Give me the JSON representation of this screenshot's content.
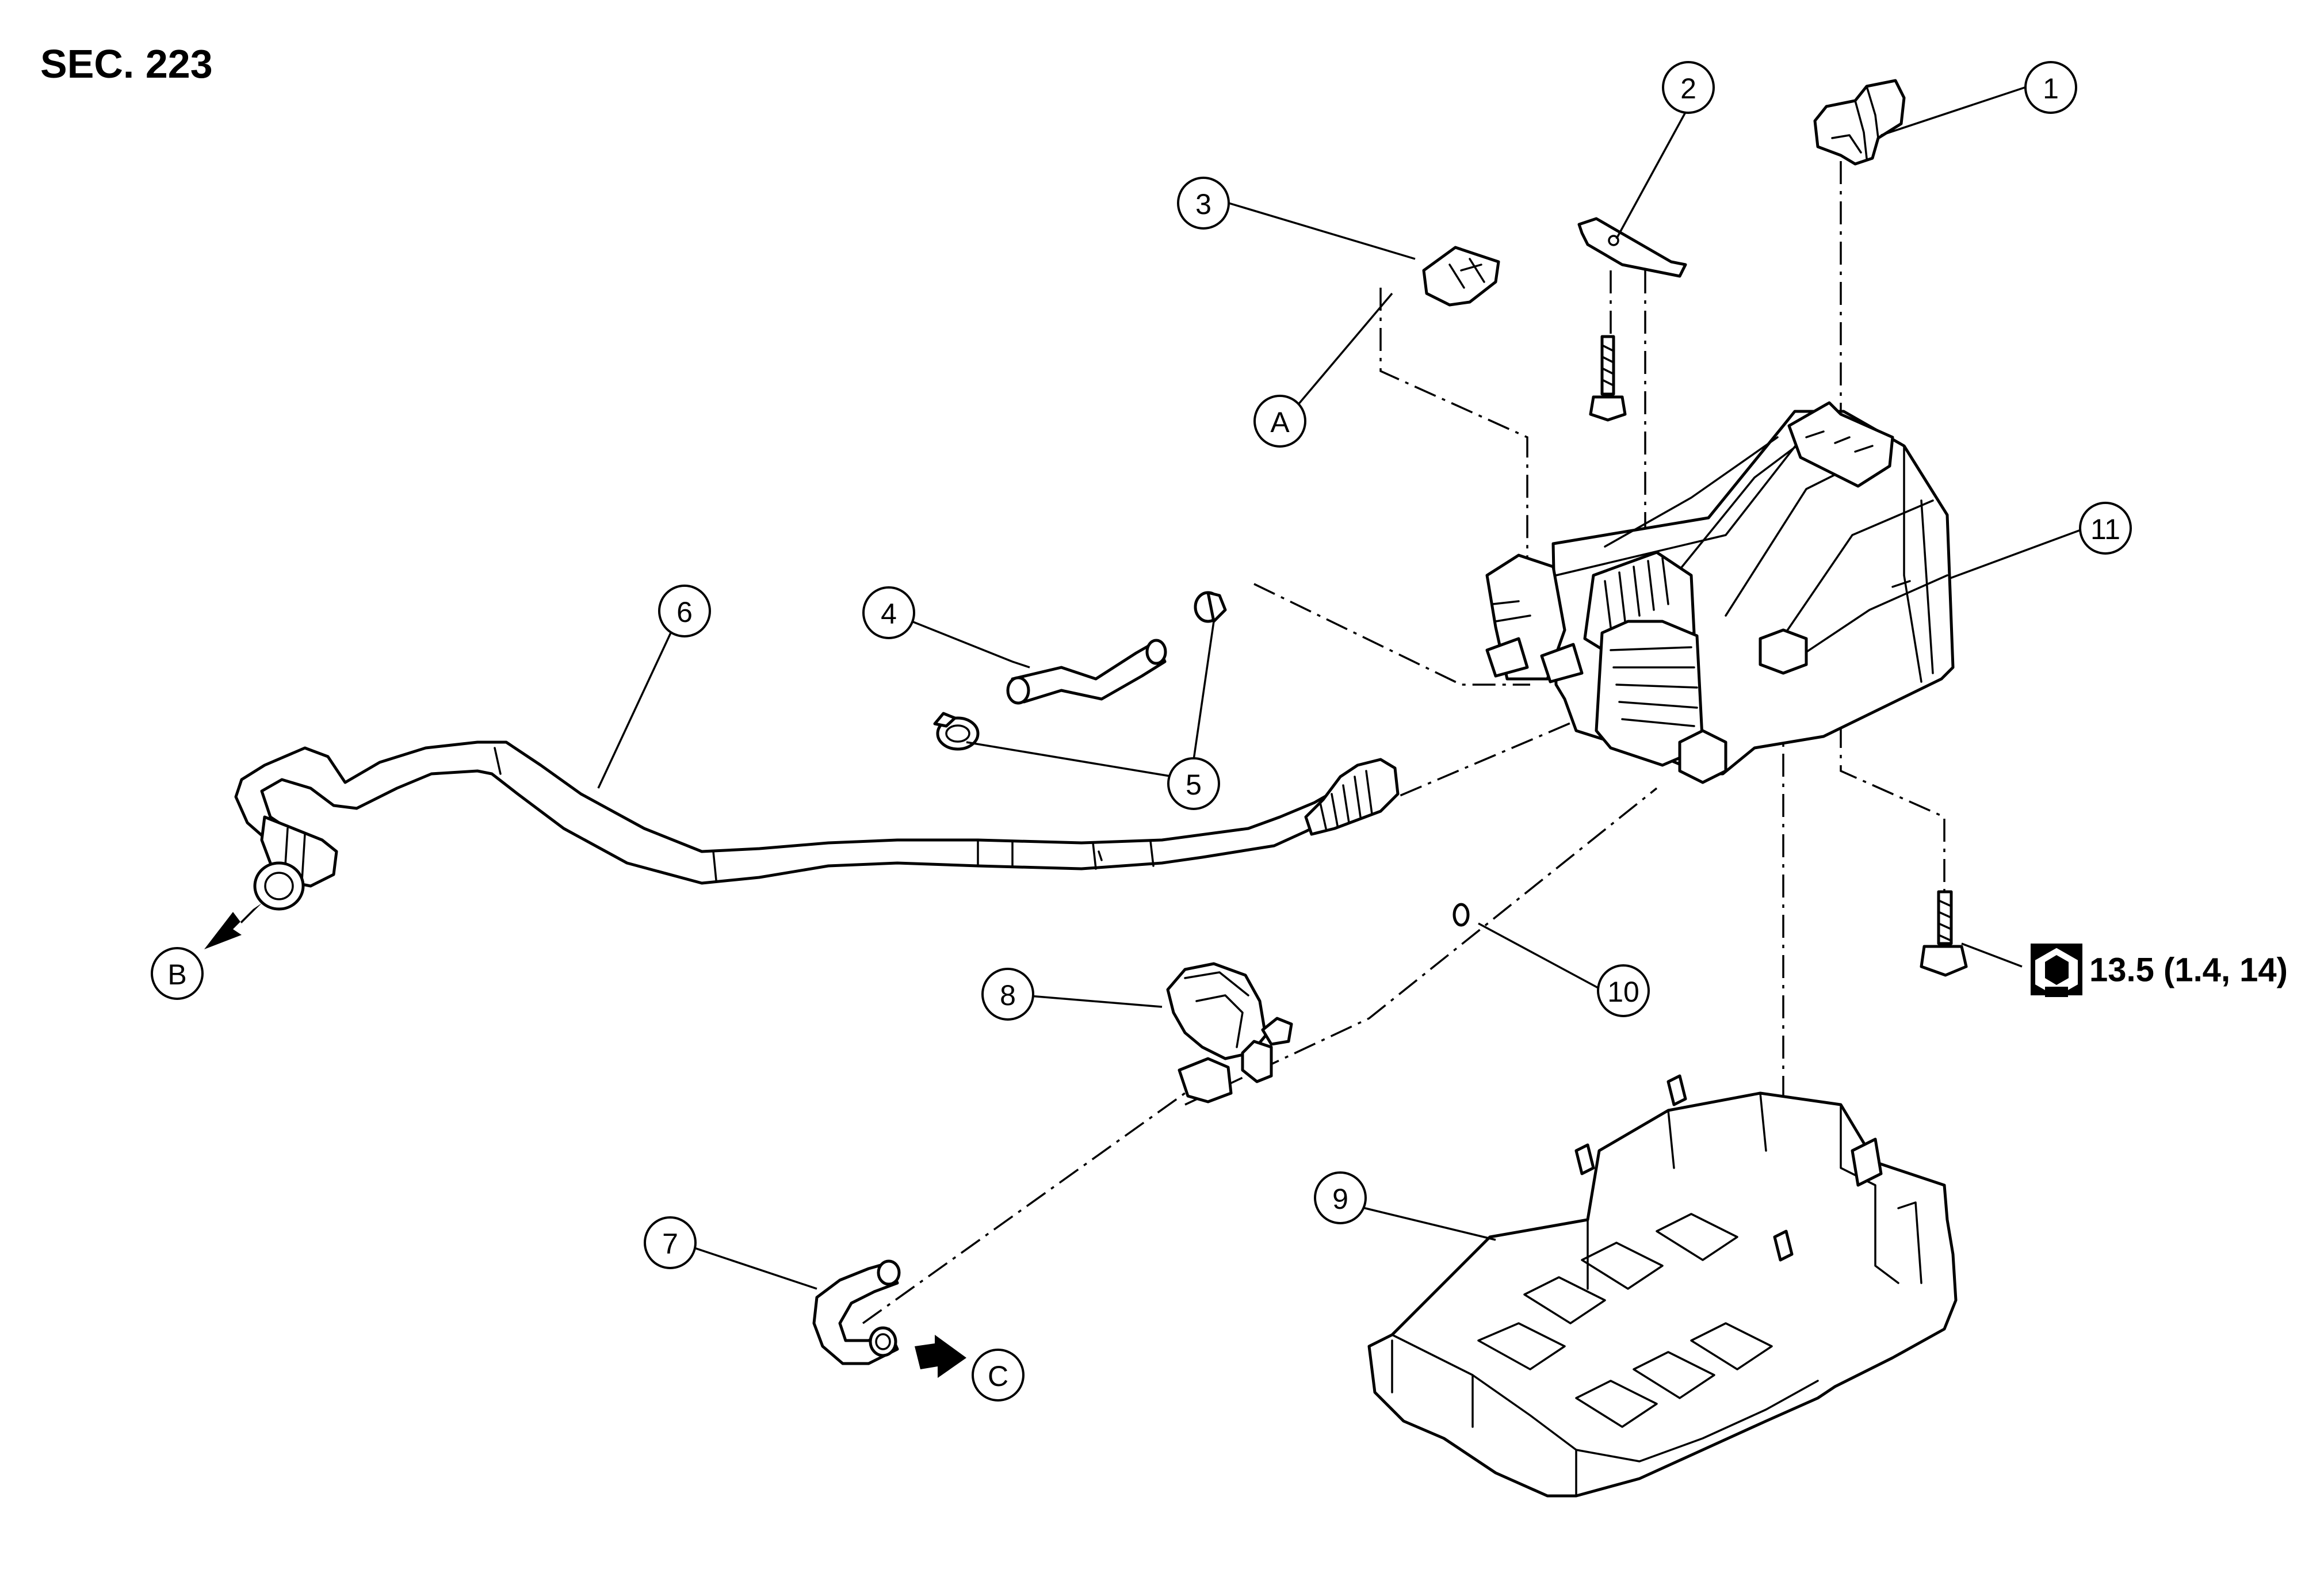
{
  "section_label": "SEC. 223",
  "callouts": {
    "c1": "1",
    "c2": "2",
    "c3": "3",
    "c4": "4",
    "c5": "5",
    "c6": "6",
    "c7": "7",
    "c8": "8",
    "c9": "9",
    "c10": "10",
    "c11": "11",
    "cA": "A",
    "cB": "B",
    "cC": "C"
  },
  "torque_spec": "13.5 (1.4, 14)",
  "icons": {
    "torque": "torque-wrench-icon",
    "direction_arrow": "direction-arrow-icon"
  }
}
